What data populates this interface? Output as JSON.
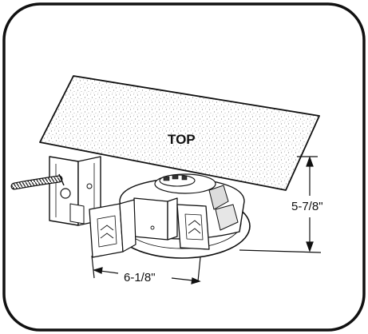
{
  "labels": {
    "top": "TOP",
    "height_dim": "5-7/8\"",
    "width_dim": "6-1/8\""
  },
  "colors": {
    "line": "#111111",
    "background": "#ffffff",
    "speckle": "#9a9a9a"
  }
}
